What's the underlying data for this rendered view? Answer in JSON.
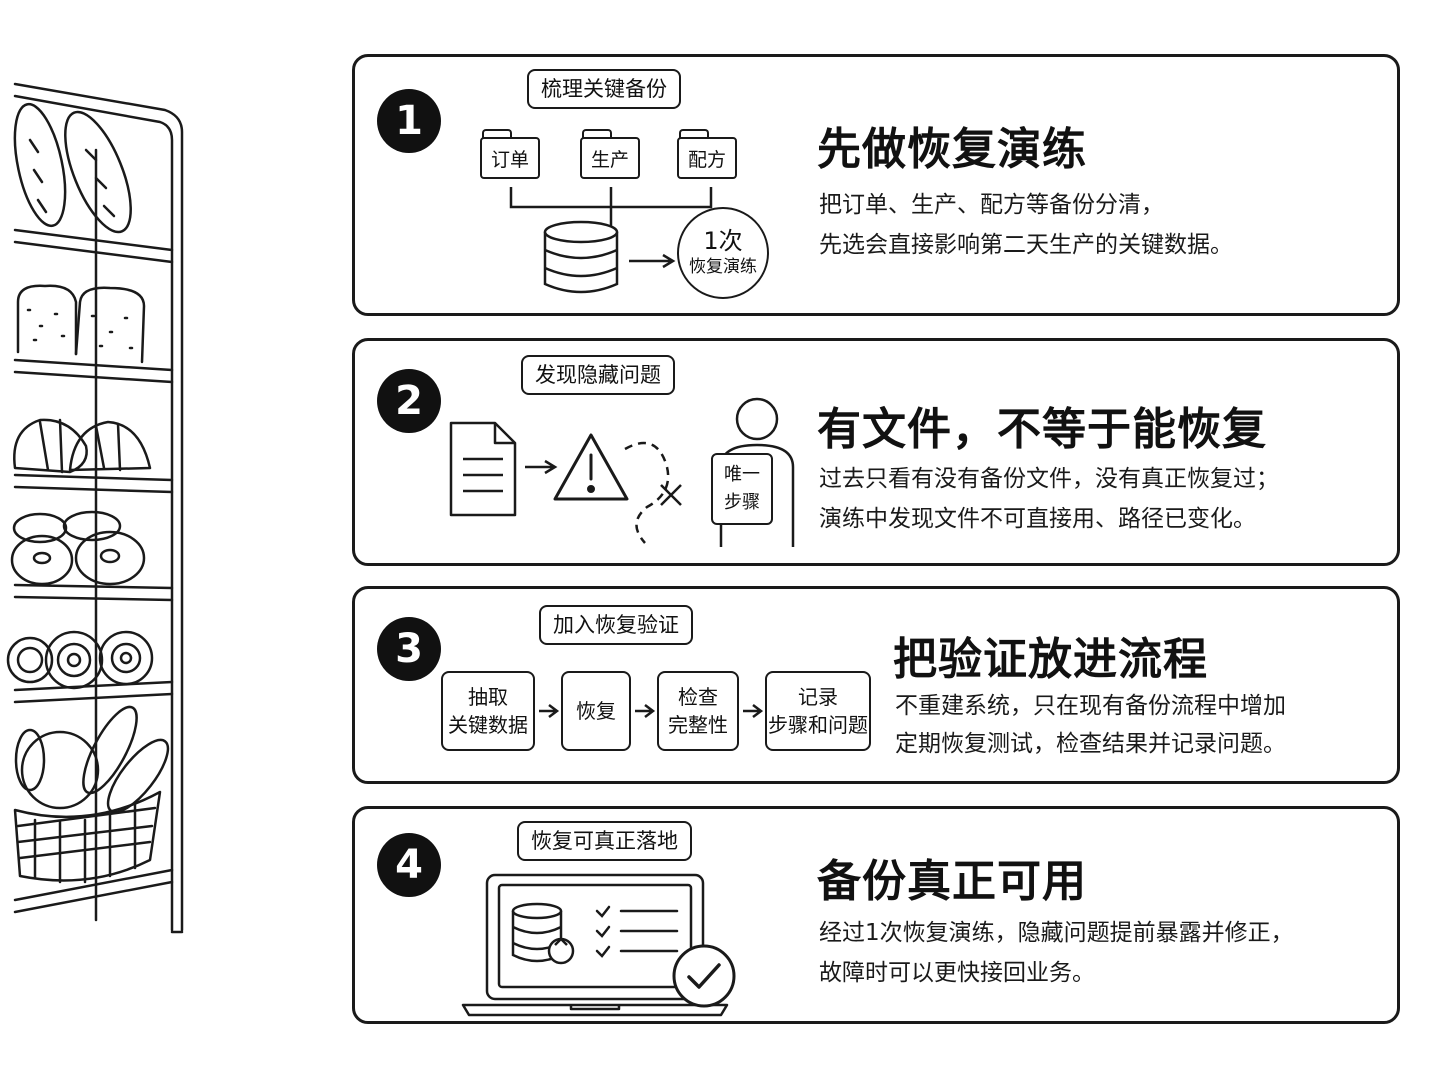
{
  "cards": [
    {
      "number": "1",
      "tag": "梳理关键备份",
      "title": "先做恢复演练",
      "desc": [
        "把订单、生产、配方等备份分清，",
        "先选会直接影响第二天生产的关键数据。"
      ],
      "folders": [
        "订单",
        "生产",
        "配方"
      ],
      "circle": [
        "1次",
        "恢复演练"
      ]
    },
    {
      "number": "2",
      "tag": "发现隐藏问题",
      "title": "有文件，不等于能恢复",
      "desc": [
        "过去只看有没有备份文件，没有真正恢复过；",
        "演练中发现文件不可直接用、路径已变化。"
      ],
      "sign": [
        "唯一",
        "步骤"
      ]
    },
    {
      "number": "3",
      "tag": "加入恢复验证",
      "title": "把验证放进流程",
      "desc": [
        "不重建系统，只在现有备份流程中增加",
        "定期恢复测试，检查结果并记录问题。"
      ],
      "steps": [
        [
          "抽取",
          "关键数据"
        ],
        [
          "恢复"
        ],
        [
          "检查",
          "完整性"
        ],
        [
          "记录",
          "步骤和问题"
        ]
      ]
    },
    {
      "number": "4",
      "tag": "恢复可真正落地",
      "title": "备份真正可用",
      "desc": [
        "经过1次恢复演练，隐藏问题提前暴露并修正，",
        "故障时可以更快接回业务。"
      ]
    }
  ],
  "icons": [
    "bread-shelf-illustration",
    "folder-icon",
    "database-icon",
    "arrow-right-icon",
    "document-icon",
    "warning-icon",
    "person-icon",
    "cross-icon",
    "laptop-icon",
    "checklist-icon",
    "check-circle-icon"
  ]
}
